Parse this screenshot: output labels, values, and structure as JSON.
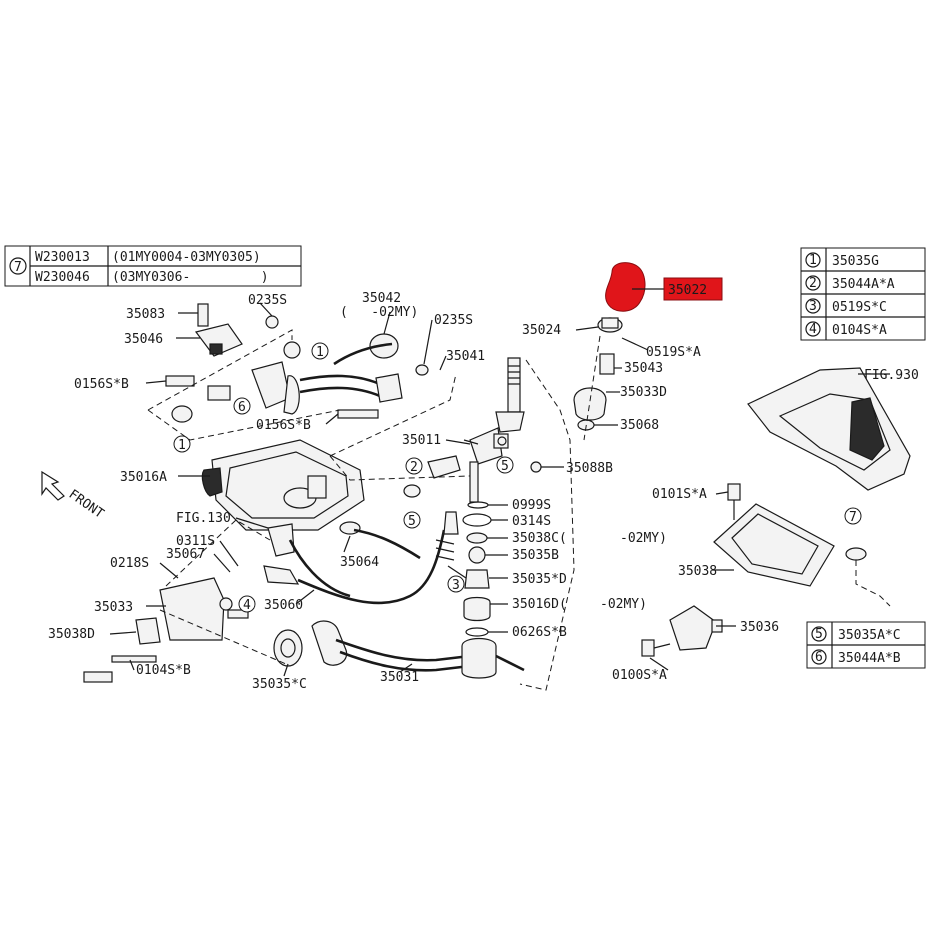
{
  "highlight_color": "#e0151a",
  "legend_7": {
    "number": "7",
    "rows": [
      {
        "code": "W230013",
        "range": "(01MY0004-03MY0305)"
      },
      {
        "code": "W230046",
        "range": "(03MY0306-         )"
      }
    ]
  },
  "legend_1_4": [
    {
      "n": "1",
      "part": "35035G"
    },
    {
      "n": "2",
      "part": "35044A*A"
    },
    {
      "n": "3",
      "part": "0519S*C"
    },
    {
      "n": "4",
      "part": "0104S*A"
    }
  ],
  "legend_5_6": [
    {
      "n": "5",
      "part": "35035A*C"
    },
    {
      "n": "6",
      "part": "35044A*B"
    }
  ],
  "highlight_part": "35022",
  "labels": {
    "p35083": "35083",
    "p0235s_a": "0235S",
    "p35042": "35042",
    "p02my_a": "(   -02MY)",
    "p0235s_b": "0235S",
    "p35046": "35046",
    "p35041": "35041",
    "p0156s_a": "0156S*B",
    "p0156s_b": "0156S*B",
    "p35011": "35011",
    "p35016a": "35016A",
    "front": "FRONT",
    "fig130": "FIG.130",
    "p0311s": "0311S",
    "p35067": "35067",
    "p0218s": "0218S",
    "p35064": "35064",
    "p35033": "35033",
    "p35038d": "35038D",
    "p35060": "35060",
    "p0104s_b": "0104S*B",
    "p35035c": "35035*C",
    "p35031": "35031",
    "p35024": "35024",
    "p0519s_a": "0519S*A",
    "p35043": "35043",
    "p35033d": "35033D",
    "p35068": "35068",
    "p35088b": "35088B",
    "p0999s": "0999S",
    "p0314s": "0314S",
    "p35038c": "35038C(",
    "p02my_b": "-02MY)",
    "p35035b": "35035B",
    "p35035d": "35035*D",
    "p35016d": "35016D(",
    "p02my_c": "-02MY)",
    "p0626s": "0626S*B",
    "fig930": "FIG.930",
    "p0101s": "0101S*A",
    "p35038": "35038",
    "p35036": "35036",
    "p0100s": "0100S*A"
  },
  "callouts": {
    "c1a": "1",
    "c1b": "1",
    "c6": "6",
    "c2": "2",
    "c5a": "5",
    "c5b": "5",
    "c4": "4",
    "c3": "3",
    "c7": "7"
  }
}
